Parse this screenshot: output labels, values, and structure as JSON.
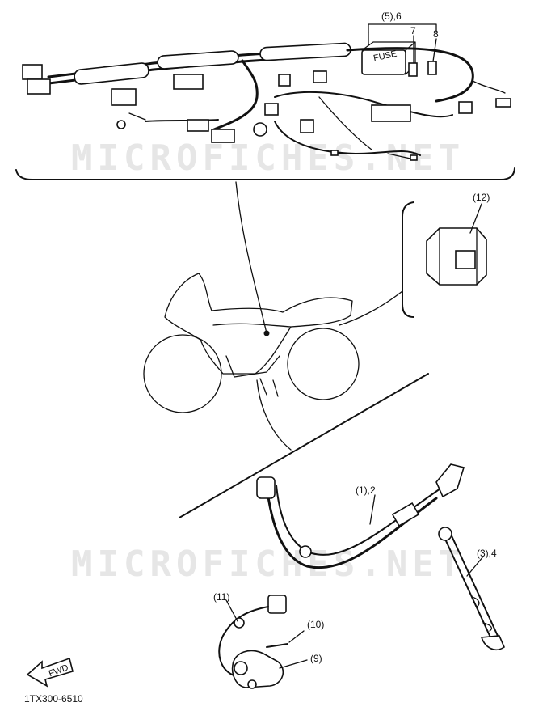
{
  "watermark": "MICROFICHES.NET",
  "callouts": {
    "fuse_box_ref": "(5),6",
    "ref_7": "7",
    "ref_8": "8",
    "fuse_label": "FUSE",
    "relay_ref": "(12)",
    "harness_ref": "(1),2",
    "sidestand_ref": "(3),4",
    "switch_ref": "(11)",
    "bolt_ref": "(10)",
    "sensor_ref": "(9)"
  },
  "front_arrow_label": "FWD",
  "drawing_number": "1TX300-6510"
}
